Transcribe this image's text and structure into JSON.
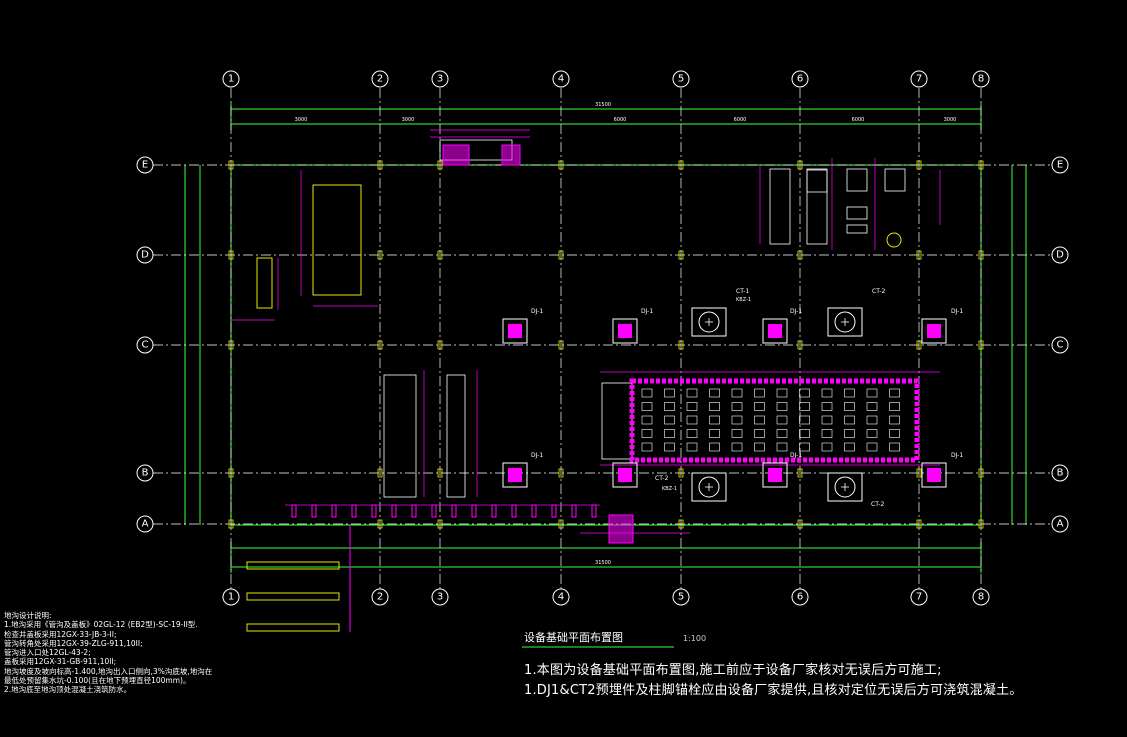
{
  "grid": {
    "columns": [
      "1",
      "2",
      "3",
      "4",
      "5",
      "6",
      "7",
      "8"
    ],
    "rows": [
      "E",
      "D",
      "C",
      "B",
      "A"
    ]
  },
  "drawing": {
    "title": "设备基础平面布置图",
    "scale": "1:100",
    "notes": [
      "1.本图为设备基础平面布置图,施工前应于设备厂家核对无误后方可施工;",
      "1.DJ1&CT2预埋件及柱脚锚栓应由设备厂家提供,且核对定位无误后方可浇筑混凝土。"
    ]
  },
  "tags": {
    "dj1": "DJ-1",
    "ct1": "CT-1",
    "ct2": "CT-2",
    "kbz1": "KBZ-1"
  },
  "dimensions": {
    "overall": "31500",
    "span_left": "3000",
    "span_mid": "6000"
  },
  "left_notes": {
    "title": "地沟设计说明:",
    "lines": [
      "1.地沟采用《管沟及盖板》02GL-12 (EB2型)-SC-19-II型.",
      "   检查井盖板采用12GX-33-JB-3-II;",
      "   管沟转角处采用12GX-39-ZLG-911,10II;",
      "   管沟进入口处12GL-43-2;",
      "   盖板采用12GX-31-GB-911,10II;",
      "   地沟坡度及坡向标高-1.400,地沟出入口侧向,3%沟底坡,地沟在",
      "   最低处预留集水坑-0.100(且在地下预埋直径100mm)。",
      "2.地沟底至地沟顶处混凝土浇筑防水。"
    ]
  },
  "colors": {
    "grid_line": "#ffffff",
    "dimension": "#39ff39",
    "equipment": "#ff00ff",
    "outline": "#e6e600",
    "background": "#000000"
  }
}
